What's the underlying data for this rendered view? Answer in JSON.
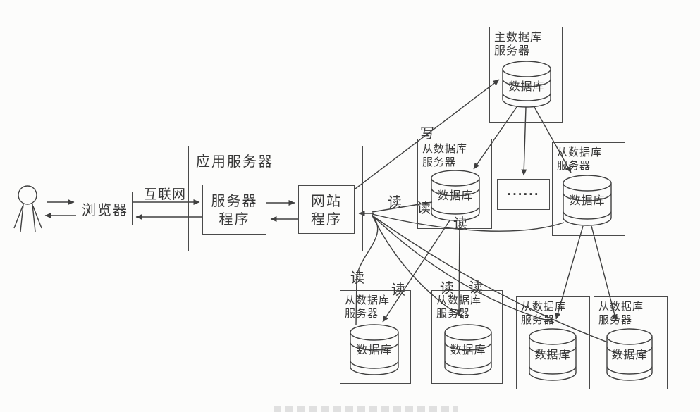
{
  "colors": {
    "background": "#fcfcfb",
    "ink": "#3f3f3f"
  },
  "person": {
    "name": "user"
  },
  "browser": {
    "label": "浏览器"
  },
  "internet": {
    "label": "互联网"
  },
  "app_server": {
    "title": "应用服务器",
    "server_program": [
      "服务器",
      "程序"
    ],
    "web_program": [
      "网站",
      "程序"
    ]
  },
  "master_server": {
    "title": [
      "主数据库",
      "服务器"
    ],
    "db_label": "数据库"
  },
  "slave_server": {
    "title": [
      "从数据库",
      "服务器"
    ],
    "db_label": "数据库"
  },
  "ellipsis_box": {
    "label": "······"
  },
  "edge_labels": {
    "write": "写",
    "read": "读"
  }
}
